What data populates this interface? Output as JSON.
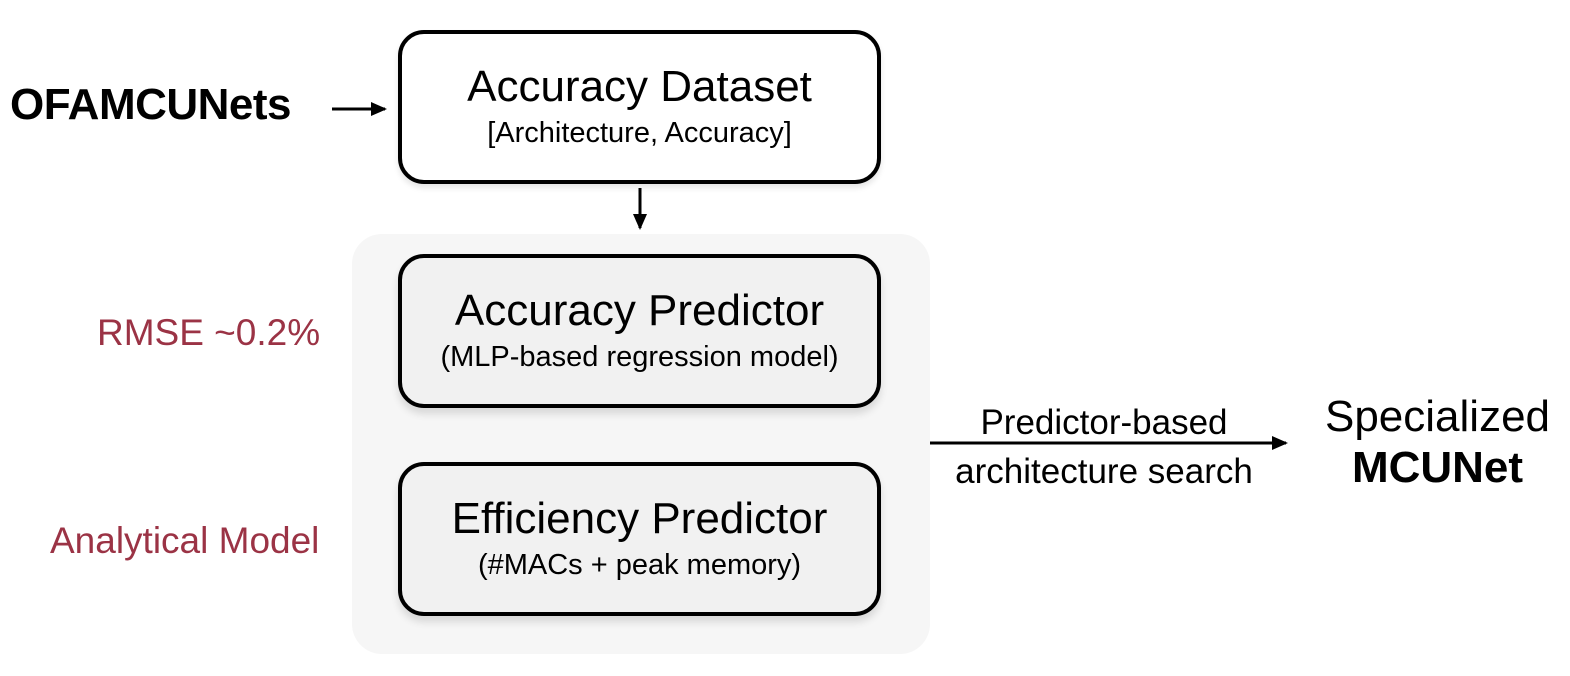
{
  "input": {
    "label": "OFAMCUNets"
  },
  "dataset_box": {
    "title": "Accuracy Dataset",
    "subtitle": "[Architecture, Accuracy]"
  },
  "accuracy_predictor": {
    "title": "Accuracy Predictor",
    "subtitle": "(MLP-based regression model)",
    "annotation": "RMSE ~0.2%"
  },
  "efficiency_predictor": {
    "title": "Efficiency Predictor",
    "subtitle": "(#MACs + peak memory)",
    "annotation": "Analytical Model"
  },
  "search": {
    "line1": "Predictor-based",
    "line2": "architecture search"
  },
  "output": {
    "line1": "Specialized",
    "line2": "MCUNet"
  },
  "colors": {
    "annotation": "#9b3345",
    "group_background": "#f6f6f6",
    "predictor_fill": "#f1f1f1"
  }
}
